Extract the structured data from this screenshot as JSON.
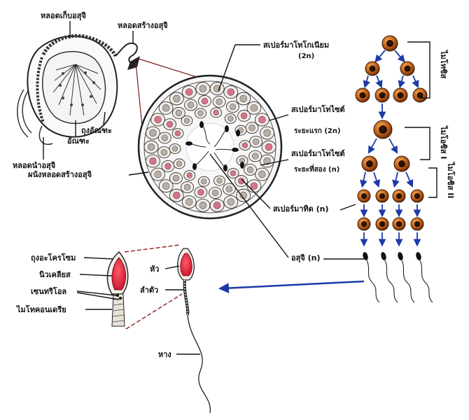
{
  "labels": {
    "epididymis": "หลอดเก็บอสุจิ",
    "seminiferous_tubule": "หลอดสร้างอสุจิ",
    "scrotum": "ถุงอัณฑะ",
    "testis": "อัณฑะ",
    "vas_deferens": "หลอดนำอสุจิ",
    "tubule_wall": "ผนังหลอดสร้างอสุจิ",
    "spermatogonium": "สเปอร์มาโทโกเนียม",
    "spermatogonium_ploidy": "(2n)",
    "primary_spermatocyte": "สเปอร์มาโทไซต์",
    "primary_spermatocyte_stage": "ระยะแรก (2n)",
    "secondary_spermatocyte": "สเปอร์มาโทไซต์",
    "secondary_spermatocyte_stage": "ระยะที่สอง (n)",
    "spermatid": "สเปอร์มาทิด (n)",
    "sperm": "อสุจิ (n)",
    "acrosome": "ถุงอะโครโซม",
    "nucleus": "นิวเคลียส",
    "centriole": "เซนทริโอล",
    "mitochondria": "ไมโทคอนเดรีย",
    "head": "หัว",
    "midpiece": "ลำตัว",
    "tail": "หาง"
  },
  "phases": {
    "mitosis": "ไมโทซิส",
    "meiosis_1": "ไมโอซิส I",
    "meiosis_2": "ไมโอซิส II"
  },
  "colors": {
    "cell_fill": "#c8641c",
    "cell_dark": "#5a2a08",
    "cell_light": "#f2a24a",
    "acrosome_red": "#e0243a",
    "arrow_blue": "#1c3aa8",
    "inset_line": "#8a1a1a"
  }
}
